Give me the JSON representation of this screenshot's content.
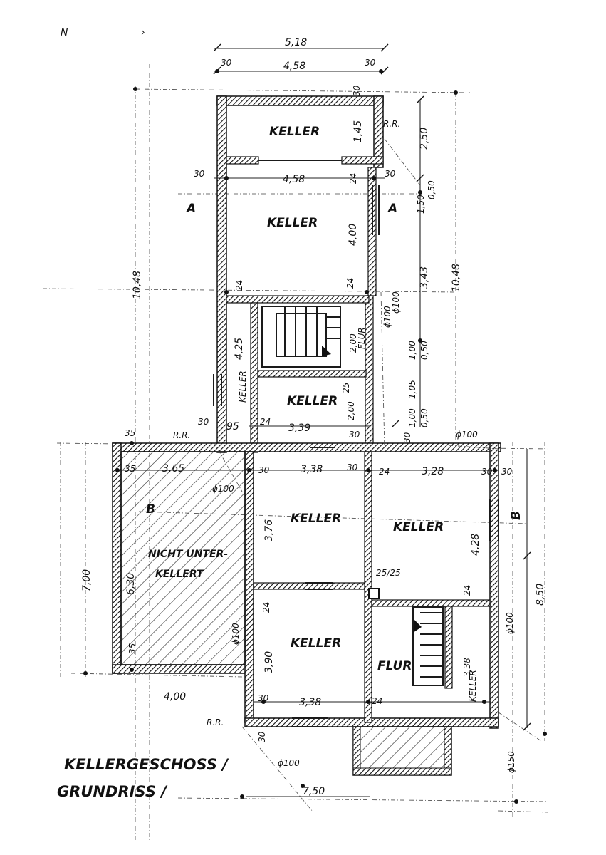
{
  "corner_mark": "N",
  "title_line1": "KELLERGESCHOSS /",
  "title_line2": "GRUNDRISS /",
  "rooms": {
    "keller_top": "KELLER",
    "keller_2": "KELLER",
    "keller_mid": "KELLER",
    "keller_vertical": "KELLER",
    "keller_left_lower": "KELLER",
    "keller_right_lower": "KELLER",
    "keller_bottom": "KELLER",
    "keller_small_right": "KELLER",
    "flur_upper": "FLUR",
    "flur_lower": "FLUR",
    "not_cellared_1": "NICHT UNTER-",
    "not_cellared_2": "KELLERT"
  },
  "section_marks": {
    "a_left": "A",
    "a_right": "A",
    "b_left": "B",
    "b_right": "B"
  },
  "pipes": {
    "rr_top": "R.R.",
    "rr_mid": "R.R.",
    "rr_bottom": "R.R.",
    "d100_a": "ϕ100",
    "d100_b": "ϕ100",
    "d100_c": "ϕ100",
    "d100_d": "ϕ100",
    "d100_e": "ϕ100",
    "d100_f": "ϕ100",
    "d150": "ϕ150",
    "column": "25/25"
  },
  "dims": {
    "top_total": "5,18",
    "top_wall_l": "30",
    "top_inner": "4,58",
    "top_wall_r": "30",
    "top_wall_v": "30",
    "keller_depth": "1,45",
    "right_250": "2,50",
    "row2_wall": "30",
    "row2_inner": "4,58",
    "row2_24": "24",
    "row2_30": "30",
    "right_150": "1,50",
    "right_050a": "0,50",
    "keller2_depth": "4,00",
    "wall_24a": "24",
    "wall_24b": "24",
    "right_343": "3,43",
    "overall_right": "10,48",
    "overall_left": "10,48",
    "stair_200": "2,00",
    "d100_vert": "ϕ100",
    "left_425": "4,25",
    "r_100a": "1,00",
    "r_050b": "0,50",
    "r_105": "1,05",
    "r_100b": "1,00",
    "r_050c": "0,50",
    "mid_25": "25",
    "mid_200": "2,00",
    "mid_30": "30",
    "mid_95": "95",
    "mid_24": "24",
    "mid_339": "3,39",
    "mid_30b": "30",
    "mid_30c": "30",
    "low_35a": "35",
    "low_35b": "35",
    "low_365": "3,65",
    "low_30a": "30",
    "low_338a": "3,38",
    "low_30b": "30",
    "low_24a": "24",
    "low_328": "3,28",
    "low_30c": "30",
    "low_30d": "30",
    "low_376": "3,76",
    "low_428": "4,28",
    "low_24b": "24",
    "low_24c": "24",
    "low_390": "3,90",
    "low_338b": "3,38",
    "low_338c": "3,38",
    "low_24d": "24",
    "low_30e": "30",
    "low_630": "6,30",
    "low_700": "7,00",
    "low_400": "4,00",
    "low_35c": "35",
    "low_30f": "30",
    "low_850": "8,50",
    "low_750": "7,50"
  }
}
